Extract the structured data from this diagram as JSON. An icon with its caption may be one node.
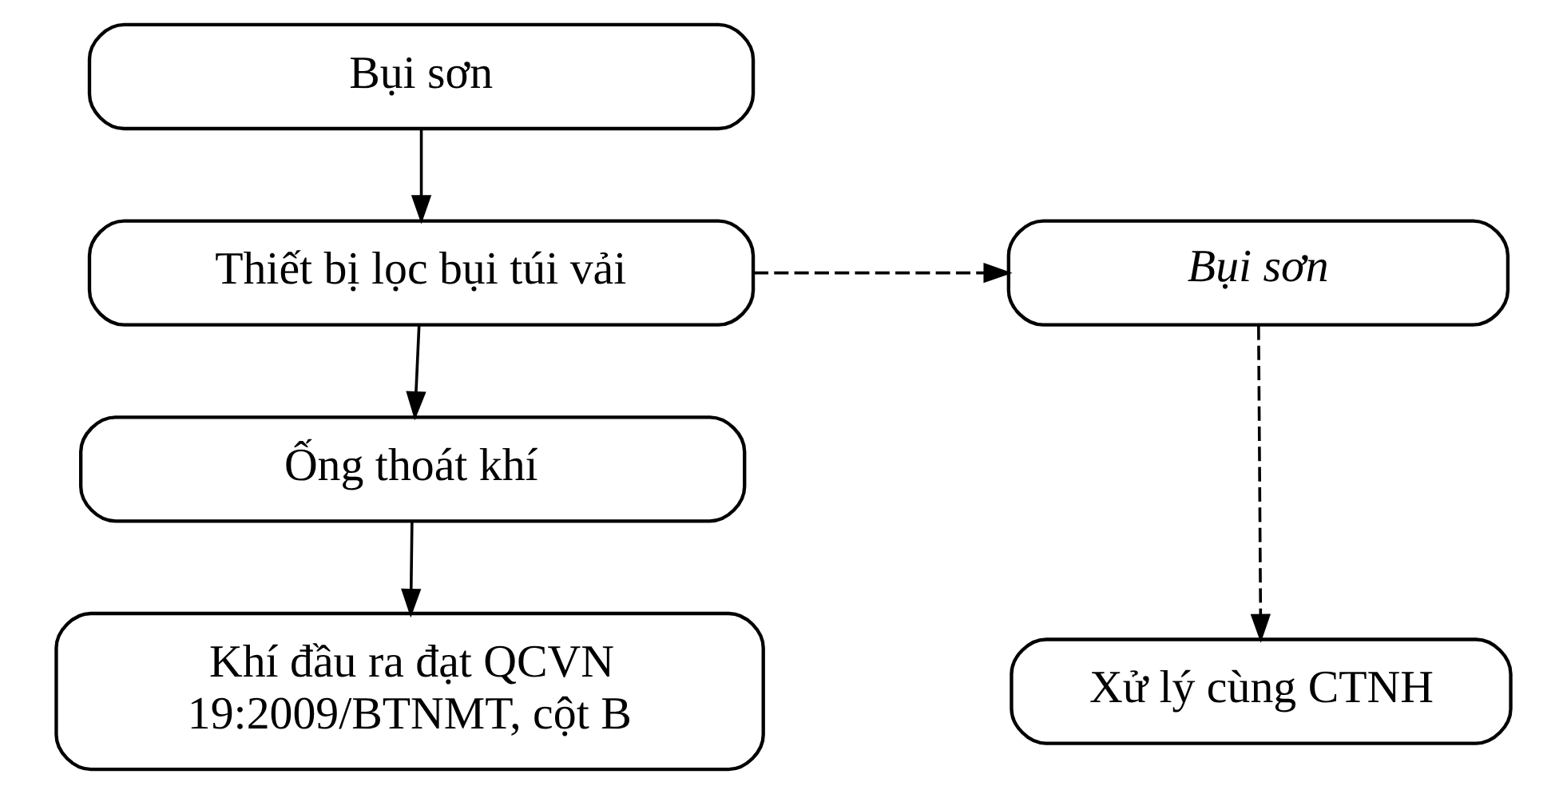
{
  "diagram": {
    "nodes": [
      {
        "text": [
          "Bụi sơn"
        ]
      },
      {
        "text": [
          "Thiết bị lọc bụi túi vải"
        ]
      },
      {
        "text": [
          "Ống thoát khí"
        ]
      },
      {
        "text": [
          "Khí đầu ra đạt QCVN 19:2009/BTNMT, cột B"
        ]
      },
      {
        "text": [
          "Bụi sơn"
        ]
      },
      {
        "text": [
          "Xử lý cùng CTNH"
        ]
      }
    ],
    "edges": [
      {
        "from": 0,
        "to": 1,
        "arrow": "to"
      },
      {
        "from": 1,
        "to": 2,
        "arrow": "to"
      },
      {
        "from": 2,
        "to": 3,
        "arrow": "to"
      },
      {
        "from": 1,
        "to": 4,
        "arrow": "to",
        "style": "dashed"
      },
      {
        "from": 4,
        "to": 5,
        "arrow": "to",
        "style": "dashed"
      }
    ]
  }
}
